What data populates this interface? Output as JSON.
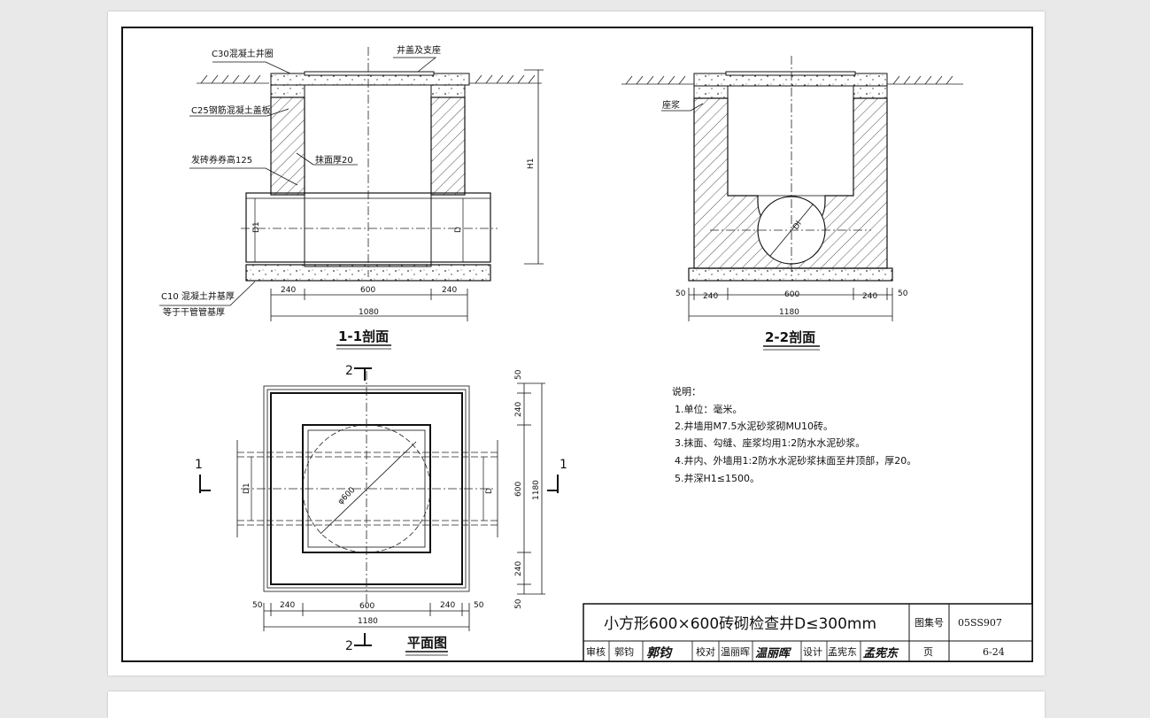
{
  "section_1": {
    "labels": {
      "ring": "C30混凝土井圈",
      "cover": "井盖及支座",
      "slab": "C25钢筋混凝土盖板",
      "arch": "发砖券券高125",
      "plaster": "抹面厚20",
      "base1": "C10 混凝土井基厚",
      "base2": "等于干管管基厚",
      "h1": "H1",
      "d1": "D1",
      "d": "D"
    },
    "dims": [
      "240",
      "600",
      "240",
      "1080"
    ],
    "title": "1-1剖面"
  },
  "section_2": {
    "labels": {
      "mortar": "座浆",
      "dl": "Dl"
    },
    "dims": [
      "50",
      "240",
      "600",
      "240",
      "50",
      "1180"
    ],
    "title": "2-2剖面"
  },
  "plan": {
    "labels": {
      "marker_top": "2",
      "marker_bottom": "2",
      "marker_left": "1",
      "marker_right": "1",
      "phi": "φ600",
      "d1": "D1",
      "d": "D"
    },
    "dims_bottom": [
      "50",
      "240",
      "600",
      "240",
      "50",
      "1180"
    ],
    "dims_right": [
      "50",
      "240",
      "600",
      "240",
      "50",
      "1180"
    ],
    "title": "平面图"
  },
  "notes": {
    "heading": "说明：",
    "items": [
      "1.单位：毫米。",
      "2.井墙用M7.5水泥砂浆砌MU10砖。",
      "3.抹面、勾缝、座浆均用1:2防水水泥砂浆。",
      "4.井内、外墙用1:2防水水泥砂浆抹面至井顶部，厚20。",
      "5.井深H1≤1500。"
    ]
  },
  "title_block": {
    "title": "小方形600×600砖砌检查井D≤300mm",
    "atlas_label": "图集号",
    "atlas_value": "05SS907",
    "review": "审核",
    "reviewer": "郭钧",
    "reviewer_sig": "郭钧",
    "check": "校对",
    "checker": "温丽晖",
    "checker_sig": "温丽晖",
    "design": "设计",
    "designer": "孟宪东",
    "designer_sig": "孟宪东",
    "page_label": "页",
    "page_value": "6-24"
  }
}
